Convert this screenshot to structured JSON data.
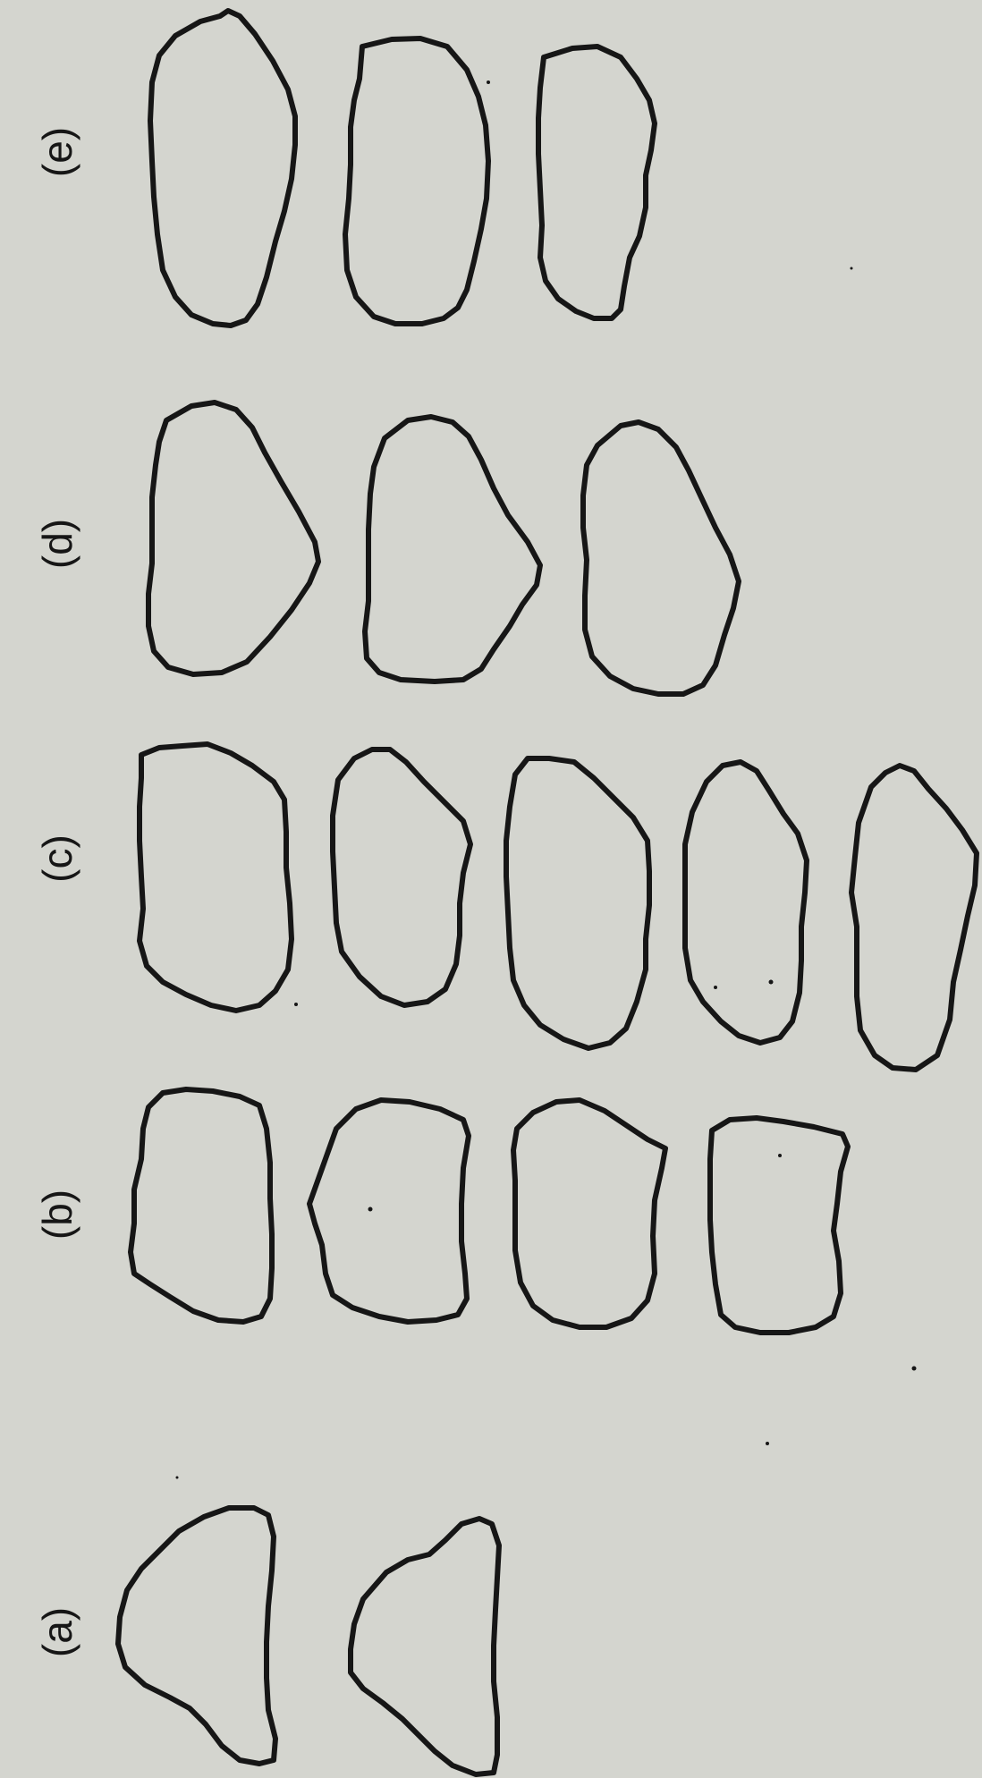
{
  "figure": {
    "background": "#d4d5cf",
    "ink": "#161616",
    "groups": [
      {
        "id": "a",
        "label": "(a)",
        "shape_count": 2
      },
      {
        "id": "b",
        "label": "(b)",
        "shape_count": 4
      },
      {
        "id": "c",
        "label": "(c)",
        "shape_count": 5
      },
      {
        "id": "d",
        "label": "(d)",
        "shape_count": 3
      },
      {
        "id": "e",
        "label": "(e)",
        "shape_count": 3
      }
    ]
  }
}
